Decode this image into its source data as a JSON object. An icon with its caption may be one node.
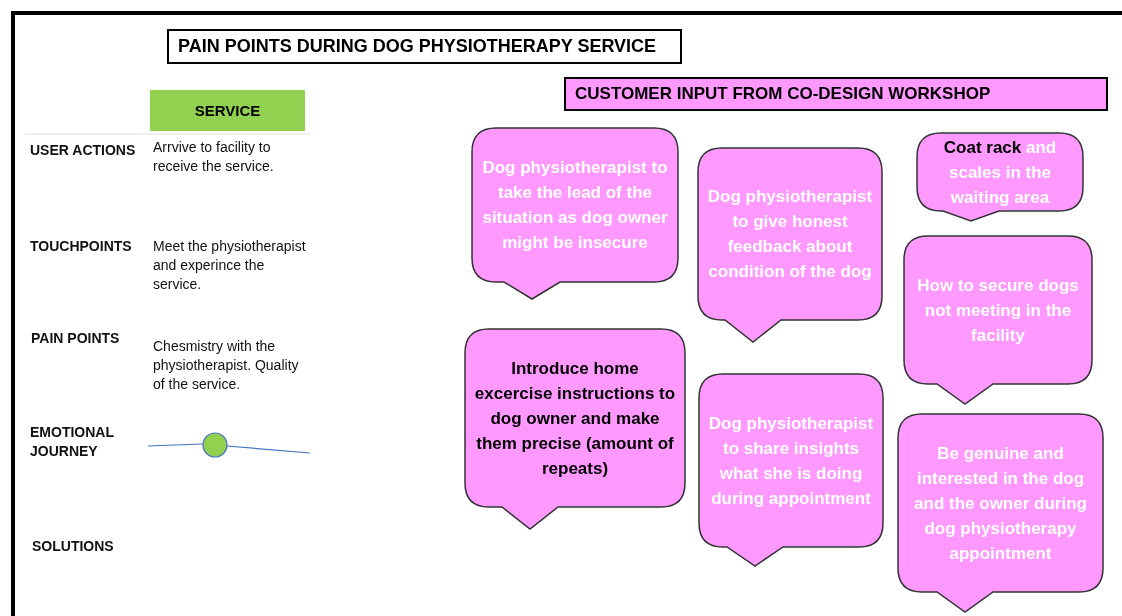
{
  "diagram": {
    "title": "PAIN POINTS DURING DOG PHYSIOTHERAPY SERVICE",
    "nodes": [
      {
        "text": [
          "CUSTOMER INPUT FROM CO-DESIGN WORKSHOP"
        ]
      },
      {
        "text": [
          "SERVICE"
        ]
      },
      {
        "text": [
          "Dog physiotherapist to take the lead of the situation as dog owner might be insecure"
        ]
      },
      {
        "text": [
          "Dog physiotherapist to give honest feedback about condition of the dog"
        ]
      },
      {
        "text": [
          "Coat rack",
          "and scales in the waiting area"
        ]
      },
      {
        "text": [
          "How to secure dogs not meeting in the facility"
        ]
      },
      {
        "text": [
          "Introduce home excercise instructions to dog owner and make them precise (amount of repeats)"
        ]
      },
      {
        "text": [
          "Dog physiotherapist to share insights what she is doing during appointment"
        ]
      },
      {
        "text": [
          "Be genuine and interested in the dog and the owner during dog physiotherapy appointment"
        ]
      }
    ],
    "labels": [
      "USER ACTIONS",
      "Arrvive to facility to receive the service.",
      "TOUCHPOINTS",
      "Meet the physiotherapist and experince the service.",
      "PAIN POINTS",
      "Chesmistry with the physiotherapist. Quality of the service.",
      "EMOTIONAL JOURNEY",
      "SOLUTIONS"
    ]
  }
}
